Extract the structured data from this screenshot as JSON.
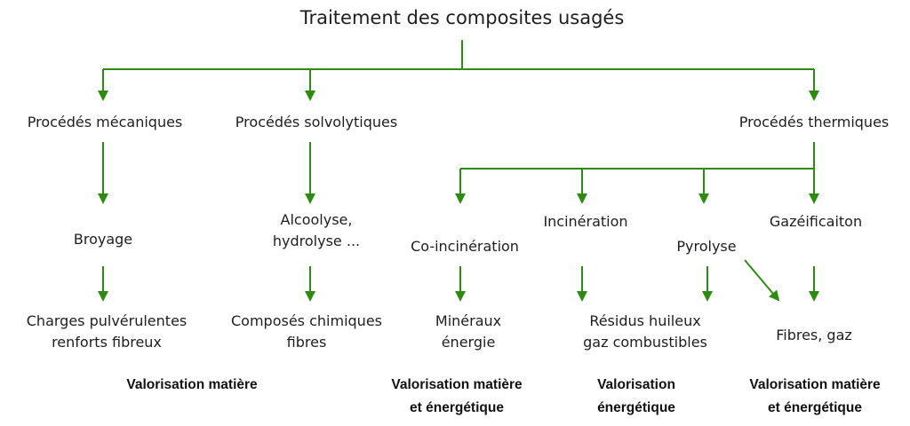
{
  "title": "Traitement des composites usagés",
  "colors": {
    "arrow": "#2e8b12",
    "text": "#1e1e1e"
  },
  "processes": {
    "mecanique": "Procédés mécaniques",
    "solvolytique": "Procédés solvolytiques",
    "thermique": "Procédés thermiques"
  },
  "operations": {
    "broyage": "Broyage",
    "alcoolyse": [
      "Alcoolyse,",
      "hydrolyse ..."
    ],
    "coincineration": "Co-incinération",
    "incineration": "Incinération",
    "pyrolyse": "Pyrolyse",
    "gazeification": "Gazéificaiton"
  },
  "products": {
    "charges": [
      "Charges pulvérulentes",
      "renforts fibreux"
    ],
    "composes": [
      "Composés chimiques",
      "fibres"
    ],
    "mineraux": [
      "Minéraux",
      "énergie"
    ],
    "residus": [
      "Résidus huileux",
      "gaz combustibles"
    ],
    "fibres_gaz": "Fibres, gaz"
  },
  "valorisation": {
    "matiere": "Valorisation matière",
    "matiere_energetique_a": [
      "Valorisation matière",
      "et énergétique"
    ],
    "energetique": [
      "Valorisation",
      "énergétique"
    ],
    "matiere_energetique_b": [
      "Valorisation matière",
      "et énergétique"
    ]
  }
}
